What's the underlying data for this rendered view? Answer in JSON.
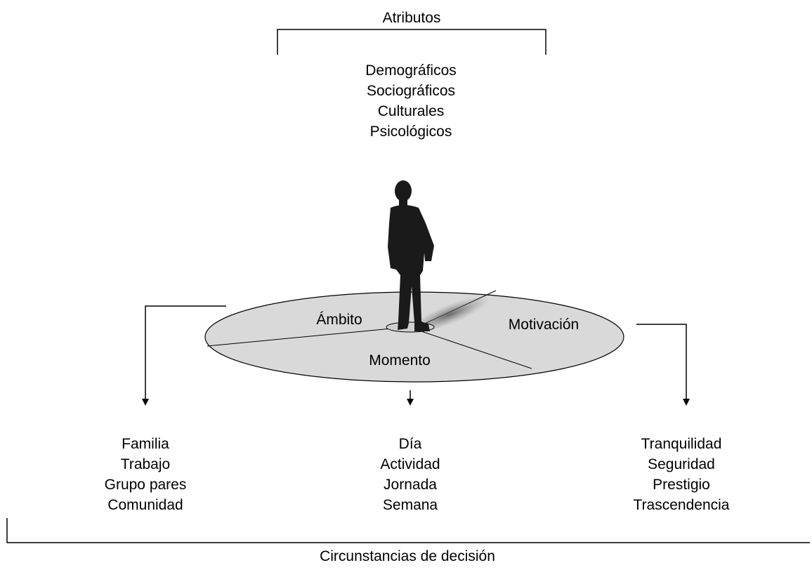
{
  "top_group": {
    "title": "Atributos",
    "items": [
      "Demográficos",
      "Sociográficos",
      "Culturales",
      "Psicológicos"
    ]
  },
  "disc": {
    "sections": {
      "ambito": "Ámbito",
      "momento": "Momento",
      "motivacion": "Motivación"
    }
  },
  "columns": {
    "ambito_items": [
      "Familia",
      "Trabajo",
      "Grupo pares",
      "Comunidad"
    ],
    "momento_items": [
      "Día",
      "Actividad",
      "Jornada",
      "Semana"
    ],
    "motivacion_items": [
      "Tranquilidad",
      "Seguridad",
      "Prestigio",
      "Trascendencia"
    ]
  },
  "bottom_group": {
    "title": "Circunstancias de decisión"
  }
}
